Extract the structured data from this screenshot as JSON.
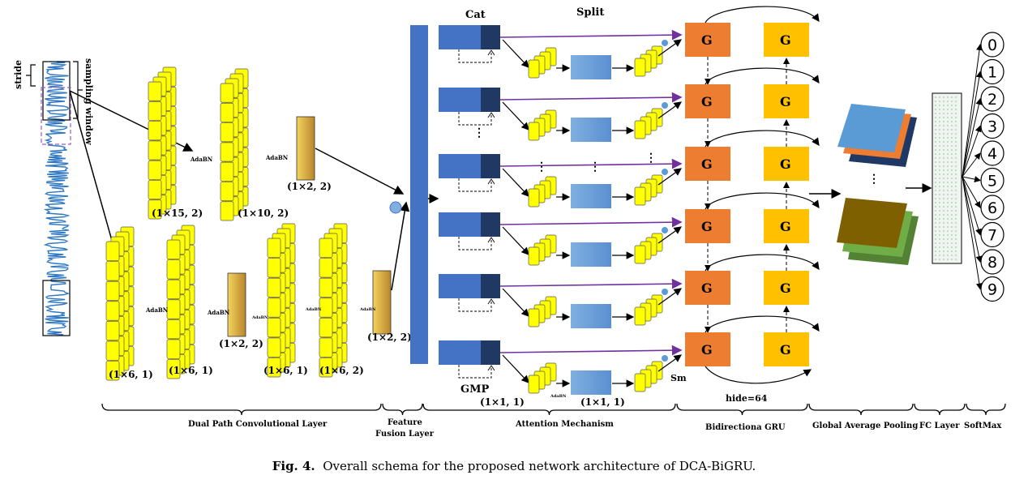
{
  "figure": {
    "labels": {
      "stride": "stride",
      "sampling_window": "sampling window",
      "adabn": "AdaBN",
      "cat": "Cat",
      "split": "Split",
      "gmp": "GMP",
      "sm": "Sm",
      "hide": "hide=64",
      "gru_cell": "G",
      "kernel_top_1": "(1×15, 2)",
      "kernel_top_2": "(1×10, 2)",
      "kernel_top_pool": "(1×2, 2)",
      "kernel_bot_1": "(1×6, 1)",
      "kernel_bot_2": "(1×6, 1)",
      "kernel_bot_pool": "(1×2, 2)",
      "kernel_bot_3": "(1×6, 1)",
      "kernel_bot_4": "(1×6, 2)",
      "kernel_bot_pool2": "(1×2, 2)",
      "kernel_att_1": "(1×1, 1)",
      "kernel_att_2": "(1×1, 1)"
    },
    "outputs": [
      "0",
      "1",
      "2",
      "3",
      "4",
      "5",
      "6",
      "7",
      "8",
      "9"
    ],
    "sections": [
      "Dual Path  Convolutional Layer",
      "Feature Fusion Layer",
      "Attention Mechanism",
      "Bidirectiona GRU",
      "Global Average Pooling",
      "FC Layer",
      "SoftMax"
    ],
    "feature_fusion_line1": "Feature",
    "feature_fusion_line2": "Fusion Layer",
    "colors": {
      "signal": "#2f78c4",
      "feature_map": "#ffff00",
      "pool": "#d9a933",
      "fusion_bar": "#4472c4",
      "cat_light": "#4472c4",
      "cat_dark": "#1f3864",
      "gru_orange": "#ed7d31",
      "gru_yellow": "#ffc000",
      "purple_arrow": "#7030a0"
    }
  },
  "caption": {
    "number": "Fig. 4.",
    "text": "Overall schema for the proposed network architecture of DCA-BiGRU."
  }
}
